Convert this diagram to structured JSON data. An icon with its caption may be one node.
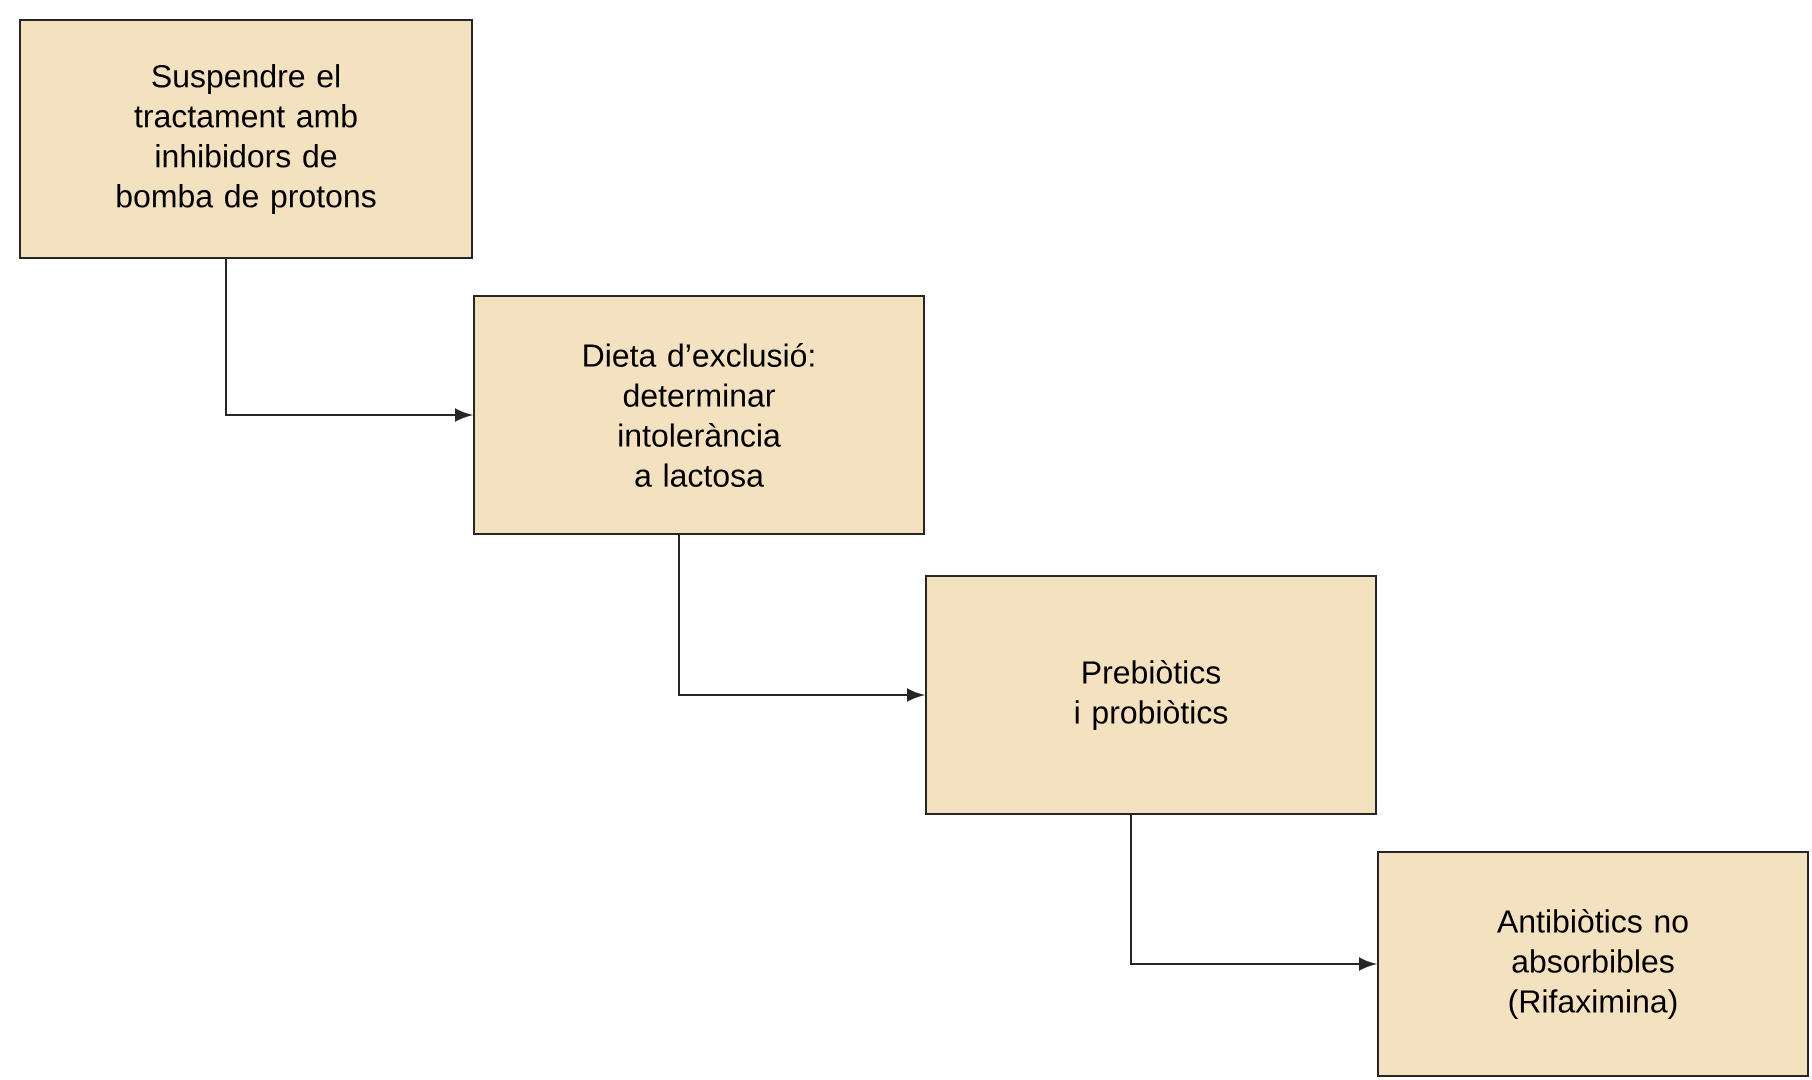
{
  "diagram": {
    "nodes": [
      {
        "text": [
          "Suspendre el tractament amb inhibidors de bomba de protons"
        ]
      },
      {
        "text": [
          "Dieta d’exclusió: determinar intolerància a lactosa"
        ]
      },
      {
        "text": [
          "Prebiòtics i probiòtics"
        ]
      },
      {
        "text": [
          "Antibiòtics no absorbibles (Rifaximina)"
        ]
      }
    ],
    "edges": [
      {
        "from": 0,
        "to": 1,
        "arrow": "to"
      },
      {
        "from": 1,
        "to": 2,
        "arrow": "to"
      },
      {
        "from": 2,
        "to": 3,
        "arrow": "to"
      }
    ]
  }
}
